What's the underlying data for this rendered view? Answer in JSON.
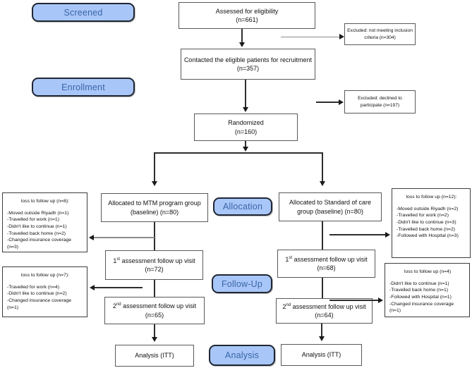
{
  "stages": {
    "screened": "Screened",
    "enrollment": "Enrollment",
    "allocation": "Allocation",
    "followup": "Follow-Up",
    "analysis": "Analysis"
  },
  "flow": {
    "assessed": {
      "text": "Assessed for eligibility",
      "n": "(n=661)"
    },
    "excluded_not_meeting": {
      "text": "Excluded: not meeting inclusion criteria (n=304)"
    },
    "contacted": {
      "text": "Contacted the eligible patients for recruitment",
      "n": "(n=357)"
    },
    "excluded_declined": {
      "text": "Excluded: declined to participate (n=197)"
    },
    "randomized": {
      "text": "Randomized",
      "n": "(n=160)"
    },
    "alloc_mtm": {
      "text": "Allocated to MTM program group (baseline) (n=80)"
    },
    "alloc_soc": {
      "text": "Allocated to Standard of care group (baseline) (n=80)"
    },
    "fu1_mtm": {
      "num": "1",
      "ord": "st",
      "text": " assessment follow up visit",
      "n": "(n=72)"
    },
    "fu1_soc": {
      "num": "1",
      "ord": "st",
      "text": " assessment follow up visit",
      "n": "(n=68)"
    },
    "fu2_mtm": {
      "num": "2",
      "ord": "nd",
      "text": " assessment follow up visit",
      "n": "(n=65)"
    },
    "fu2_soc": {
      "num": "2",
      "ord": "nd",
      "text": " assessment follow up visit",
      "n": "(n=64)"
    },
    "analysis_mtm": {
      "text": "Analysis (ITT)"
    },
    "analysis_soc": {
      "text": "Analysis (ITT)"
    }
  },
  "losses": {
    "mtm_baseline": {
      "title": "loss to follow up (n=8):",
      "items": [
        "-Moved outside Riyadh (n=1)",
        "-Travelled for work (n=1)",
        "-Didn't like to continue (n=1)",
        "-Travelled back home (n=2)",
        "-Changed insurance coverage (n=3)"
      ]
    },
    "soc_baseline": {
      "title": "loss to follow up (n=12):",
      "items": [
        "-Moved outside Riyadh (n=2)",
        "-Travelled for work (n=2)",
        "-Didn't like to continue (n=3)",
        "-Travelled back home (n=2)",
        "-Followed with Hospital (n=3)"
      ]
    },
    "mtm_fu": {
      "title": "loss to follow up (n=7):",
      "items": [
        "-Travelled for work (n=4)",
        "-Didn't like to continue (n=2)",
        "-Changed insurance coverage (n=1)"
      ]
    },
    "soc_fu": {
      "title": "loss to follow up (n=4)",
      "items": [
        "-Didn't like to continue (n=1)",
        "-Travelled back home (n=1)",
        "-Followed with Hospital (n=1)",
        "-Changed insurance coverage (n=1)"
      ]
    }
  },
  "colors": {
    "stage_fill": "#a9c6f8",
    "stage_border": "#1f2733",
    "stage_text": "#3a66a8",
    "box_border": "#595959",
    "line": "#2e2e2e",
    "line_soft": "#8c8c8c"
  }
}
